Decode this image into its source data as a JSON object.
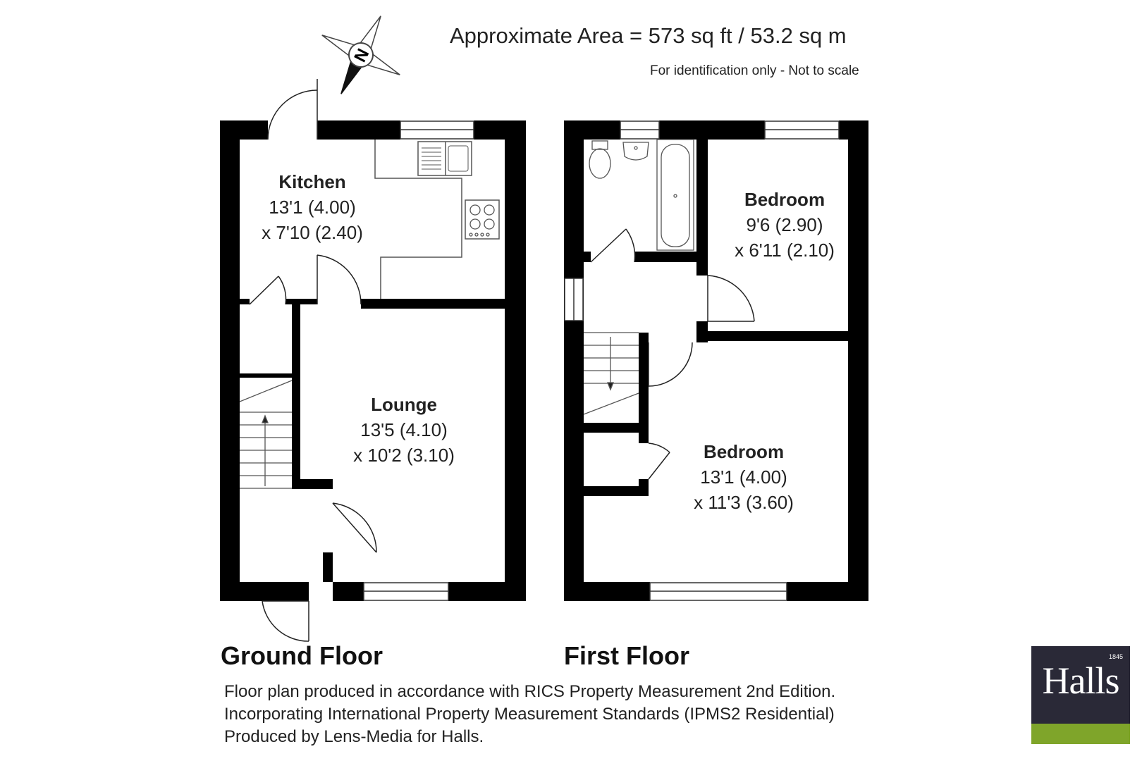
{
  "header": {
    "area": "Approximate Area = 573 sq ft / 53.2 sq m",
    "disclaimer": "For identification only - Not to scale"
  },
  "compass": {
    "letter": "N",
    "icon": "north-compass-icon"
  },
  "ground_floor": {
    "title": "Ground Floor",
    "rooms": [
      {
        "name": "Kitchen",
        "dim1": "13'1 (4.00)",
        "dim2": "x 7'10 (2.40)"
      },
      {
        "name": "Lounge",
        "dim1": "13'5 (4.10)",
        "dim2": "x 10'2 (3.10)"
      }
    ]
  },
  "first_floor": {
    "title": "First Floor",
    "rooms": [
      {
        "name": "Bedroom",
        "dim1": "9'6 (2.90)",
        "dim2": "x 6'11 (2.10)"
      },
      {
        "name": "Bedroom",
        "dim1": "13'1 (4.00)",
        "dim2": "x 11'3 (3.60)"
      }
    ]
  },
  "footnote": "Floor plan produced in accordance with RICS Property Measurement 2nd Edition. Incorporating International Property Measurement Standards (IPMS2 Residential) Produced by Lens-Media for Halls.",
  "logo": {
    "name": "Halls",
    "year": "1845",
    "colors": {
      "background": "#2a2937",
      "accent": "#7fa52a"
    }
  },
  "colors": {
    "wall": "#000000",
    "fixture": "#555555",
    "background": "#ffffff"
  }
}
